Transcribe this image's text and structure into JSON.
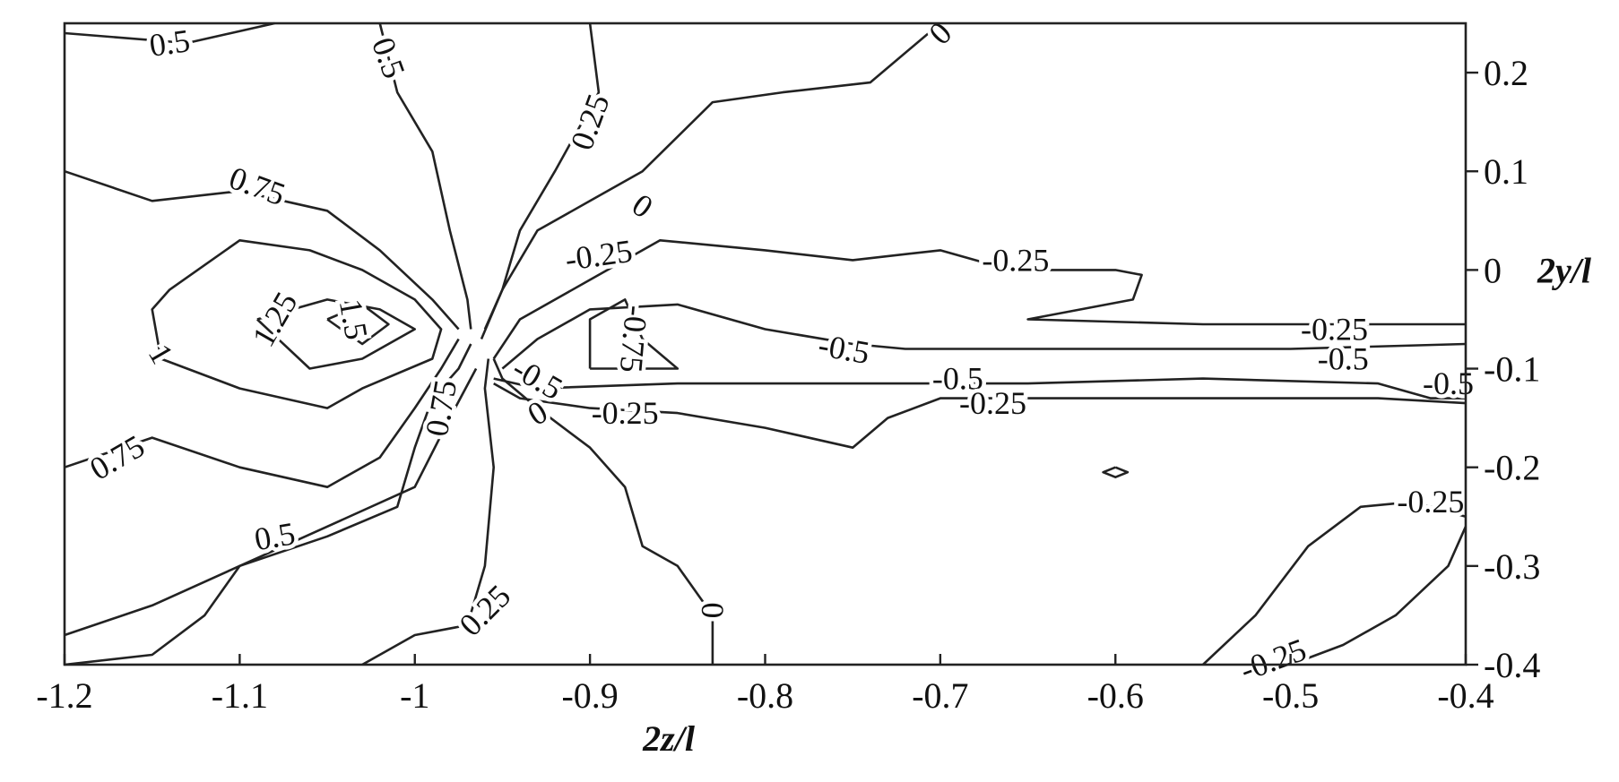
{
  "chart_data": {
    "type": "contour",
    "xlabel": "2z/l",
    "ylabel": "2y/l",
    "xlim": [
      -1.2,
      -0.4
    ],
    "ylim": [
      -0.4,
      0.25
    ],
    "x_ticks": [
      -1.2,
      -1.1,
      -1,
      -0.9,
      -0.8,
      -0.7,
      -0.6,
      -0.5,
      -0.4
    ],
    "x_tick_labels": [
      "-1.2",
      "-1.1",
      "-1",
      "-0.9",
      "-0.8",
      "-0.7",
      "-0.6",
      "-0.5",
      "-0.4"
    ],
    "y_ticks": [
      0.2,
      0.1,
      0,
      -0.1,
      -0.2,
      -0.3,
      -0.4
    ],
    "y_tick_labels": [
      "0.2",
      "0.1",
      "0",
      "-0.1",
      "-0.2",
      "-0.3",
      "-0.4"
    ],
    "y_axis_side": "right",
    "grid": false,
    "levels": [
      -0.75,
      -0.5,
      -0.25,
      0,
      0.25,
      0.5,
      0.75,
      1,
      1.25,
      1.5
    ],
    "contours": [
      {
        "level": "0.5",
        "points": [
          [
            -1.2,
            0.24
          ],
          [
            -1.13,
            0.23
          ],
          [
            -1.08,
            0.25
          ]
        ]
      },
      {
        "level": "0.5",
        "points": [
          [
            -1.02,
            0.25
          ],
          [
            -1.01,
            0.18
          ],
          [
            -0.99,
            0.12
          ],
          [
            -0.98,
            0.04
          ],
          [
            -0.97,
            -0.03
          ],
          [
            -0.968,
            -0.06
          ]
        ]
      },
      {
        "level": "0.25",
        "points": [
          [
            -0.9,
            0.25
          ],
          [
            -0.895,
            0.18
          ],
          [
            -0.92,
            0.1
          ],
          [
            -0.94,
            0.04
          ],
          [
            -0.95,
            -0.02
          ],
          [
            -0.96,
            -0.06
          ]
        ]
      },
      {
        "level": "0",
        "points": [
          [
            -0.7,
            0.25
          ],
          [
            -0.74,
            0.19
          ],
          [
            -0.79,
            0.18
          ],
          [
            -0.83,
            0.17
          ],
          [
            -0.87,
            0.1
          ],
          [
            -0.9,
            0.07
          ],
          [
            -0.93,
            0.04
          ],
          [
            -0.95,
            -0.02
          ],
          [
            -0.962,
            -0.07
          ]
        ]
      },
      {
        "level": "0.75",
        "points": [
          [
            -1.2,
            0.1
          ],
          [
            -1.15,
            0.07
          ],
          [
            -1.1,
            0.08
          ],
          [
            -1.05,
            0.06
          ],
          [
            -1.02,
            0.02
          ],
          [
            -0.99,
            -0.03
          ],
          [
            -0.975,
            -0.06
          ]
        ]
      },
      {
        "level": "1",
        "points": [
          [
            -1.145,
            -0.09
          ],
          [
            -1.15,
            -0.04
          ],
          [
            -1.14,
            -0.02
          ],
          [
            -1.1,
            0.03
          ],
          [
            -1.06,
            0.02
          ],
          [
            -1.03,
            0.0
          ],
          [
            -1.0,
            -0.03
          ],
          [
            -0.985,
            -0.06
          ],
          [
            -0.99,
            -0.09
          ],
          [
            -1.03,
            -0.12
          ],
          [
            -1.05,
            -0.14
          ],
          [
            -1.1,
            -0.12
          ],
          [
            -1.145,
            -0.09
          ]
        ]
      },
      {
        "level": "1.25",
        "points": [
          [
            -1.09,
            -0.05
          ],
          [
            -1.05,
            -0.03
          ],
          [
            -1.02,
            -0.04
          ],
          [
            -1.0,
            -0.06
          ],
          [
            -1.03,
            -0.09
          ],
          [
            -1.06,
            -0.1
          ],
          [
            -1.09,
            -0.05
          ]
        ]
      },
      {
        "level": "1.5",
        "points": [
          [
            -1.05,
            -0.05
          ],
          [
            -1.03,
            -0.035
          ],
          [
            -1.015,
            -0.055
          ],
          [
            -1.03,
            -0.075
          ],
          [
            -1.05,
            -0.05
          ]
        ]
      },
      {
        "level": "0.75",
        "points": [
          [
            -1.2,
            -0.2
          ],
          [
            -1.15,
            -0.17
          ],
          [
            -1.1,
            -0.2
          ],
          [
            -1.05,
            -0.22
          ],
          [
            -1.02,
            -0.19
          ],
          [
            -1.0,
            -0.14
          ],
          [
            -0.985,
            -0.1
          ],
          [
            -0.975,
            -0.07
          ]
        ]
      },
      {
        "level": "0.5",
        "points": [
          [
            -1.2,
            -0.37
          ],
          [
            -1.15,
            -0.34
          ],
          [
            -1.1,
            -0.3
          ],
          [
            -1.05,
            -0.27
          ],
          [
            -1.01,
            -0.24
          ],
          [
            -1.0,
            -0.18
          ],
          [
            -0.99,
            -0.13
          ],
          [
            -0.975,
            -0.1
          ],
          [
            -0.968,
            -0.075
          ]
        ]
      },
      {
        "level": "0.25",
        "points": [
          [
            -1.2,
            -0.4
          ],
          [
            -1.15,
            -0.39
          ],
          [
            -1.12,
            -0.35
          ],
          [
            -1.1,
            -0.3
          ],
          [
            -1.05,
            -0.26
          ],
          [
            -1.0,
            -0.22
          ],
          [
            -0.98,
            -0.15
          ],
          [
            -0.965,
            -0.1
          ]
        ]
      },
      {
        "level": "0.25",
        "points": [
          [
            -1.03,
            -0.4
          ],
          [
            -1.0,
            -0.37
          ],
          [
            -0.97,
            -0.36
          ],
          [
            -0.96,
            -0.3
          ],
          [
            -0.955,
            -0.2
          ],
          [
            -0.96,
            -0.12
          ],
          [
            -0.958,
            -0.09
          ]
        ]
      },
      {
        "level": "0",
        "points": [
          [
            -0.83,
            -0.4
          ],
          [
            -0.83,
            -0.35
          ],
          [
            -0.85,
            -0.3
          ],
          [
            -0.87,
            -0.28
          ],
          [
            -0.88,
            -0.22
          ],
          [
            -0.9,
            -0.18
          ],
          [
            -0.93,
            -0.14
          ],
          [
            -0.95,
            -0.11
          ],
          [
            -0.955,
            -0.09
          ]
        ]
      },
      {
        "level": "-0.25",
        "points": [
          [
            -0.955,
            -0.09
          ],
          [
            -0.94,
            -0.05
          ],
          [
            -0.9,
            -0.01
          ],
          [
            -0.86,
            0.03
          ],
          [
            -0.8,
            0.02
          ],
          [
            -0.75,
            0.01
          ],
          [
            -0.7,
            0.02
          ],
          [
            -0.66,
            0.0
          ],
          [
            -0.6,
            0.0
          ],
          [
            -0.585,
            -0.005
          ],
          [
            -0.59,
            -0.03
          ],
          [
            -0.65,
            -0.05
          ],
          [
            -0.55,
            -0.055
          ],
          [
            -0.5,
            -0.055
          ],
          [
            -0.4,
            -0.055
          ]
        ]
      },
      {
        "level": "-0.5",
        "points": [
          [
            -0.95,
            -0.1
          ],
          [
            -0.93,
            -0.07
          ],
          [
            -0.9,
            -0.04
          ],
          [
            -0.85,
            -0.035
          ],
          [
            -0.8,
            -0.06
          ],
          [
            -0.75,
            -0.075
          ],
          [
            -0.72,
            -0.08
          ],
          [
            -0.65,
            -0.08
          ],
          [
            -0.55,
            -0.08
          ],
          [
            -0.5,
            -0.08
          ],
          [
            -0.4,
            -0.075
          ]
        ]
      },
      {
        "level": "-0.75",
        "points": [
          [
            -0.9,
            -0.1
          ],
          [
            -0.9,
            -0.05
          ],
          [
            -0.88,
            -0.03
          ],
          [
            -0.87,
            -0.07
          ],
          [
            -0.85,
            -0.1
          ],
          [
            -0.9,
            -0.1
          ]
        ]
      },
      {
        "level": "-0.5",
        "points": [
          [
            -0.955,
            -0.11
          ],
          [
            -0.93,
            -0.12
          ],
          [
            -0.85,
            -0.115
          ],
          [
            -0.75,
            -0.115
          ],
          [
            -0.65,
            -0.115
          ],
          [
            -0.55,
            -0.11
          ],
          [
            -0.45,
            -0.115
          ],
          [
            -0.42,
            -0.13
          ],
          [
            -0.4,
            -0.13
          ]
        ]
      },
      {
        "level": "-0.25",
        "points": [
          [
            -0.955,
            -0.115
          ],
          [
            -0.94,
            -0.13
          ],
          [
            -0.9,
            -0.14
          ],
          [
            -0.85,
            -0.145
          ],
          [
            -0.8,
            -0.16
          ],
          [
            -0.75,
            -0.18
          ],
          [
            -0.73,
            -0.15
          ],
          [
            -0.7,
            -0.13
          ],
          [
            -0.65,
            -0.13
          ],
          [
            -0.55,
            -0.13
          ],
          [
            -0.45,
            -0.13
          ],
          [
            -0.4,
            -0.135
          ]
        ]
      },
      {
        "level": "-0.25",
        "points": [
          [
            -0.6,
            -0.2
          ],
          [
            -0.593,
            -0.205
          ],
          [
            -0.6,
            -0.21
          ],
          [
            -0.607,
            -0.205
          ],
          [
            -0.6,
            -0.2
          ]
        ]
      },
      {
        "level": "-0.25",
        "points": [
          [
            -0.55,
            -0.4
          ],
          [
            -0.52,
            -0.35
          ],
          [
            -0.49,
            -0.28
          ],
          [
            -0.46,
            -0.24
          ],
          [
            -0.43,
            -0.235
          ],
          [
            -0.4,
            -0.25
          ]
        ]
      },
      {
        "level": "-0.25",
        "points": [
          [
            -0.5,
            -0.4
          ],
          [
            -0.47,
            -0.38
          ],
          [
            -0.44,
            -0.35
          ],
          [
            -0.41,
            -0.3
          ],
          [
            -0.4,
            -0.26
          ]
        ]
      }
    ],
    "labels": [
      {
        "text": "0.5",
        "x": -1.14,
        "y": 0.23,
        "rot": -8
      },
      {
        "text": "0.5",
        "x": -1.015,
        "y": 0.215,
        "rot": 70
      },
      {
        "text": "0.25",
        "x": -0.9,
        "y": 0.15,
        "rot": -70
      },
      {
        "text": "0",
        "x": -0.7,
        "y": 0.24,
        "rot": -45
      },
      {
        "text": "0.75",
        "x": -1.09,
        "y": 0.085,
        "rot": 20
      },
      {
        "text": "0",
        "x": -0.87,
        "y": 0.065,
        "rot": 35
      },
      {
        "text": "-0.25",
        "x": -0.895,
        "y": 0.015,
        "rot": -8
      },
      {
        "text": "-0.25",
        "x": -0.657,
        "y": 0.01,
        "rot": 0
      },
      {
        "text": "1.25",
        "x": -1.08,
        "y": -0.05,
        "rot": -60
      },
      {
        "text": "1.5",
        "x": -1.035,
        "y": -0.05,
        "rot": 80
      },
      {
        "text": "1",
        "x": -1.145,
        "y": -0.085,
        "rot": 60
      },
      {
        "text": "-0.25",
        "x": -0.475,
        "y": -0.06,
        "rot": 0
      },
      {
        "text": "-0.75",
        "x": -0.875,
        "y": -0.07,
        "rot": 95
      },
      {
        "text": "-0.5",
        "x": -0.755,
        "y": -0.08,
        "rot": 10
      },
      {
        "text": "-0.5",
        "x": -0.47,
        "y": -0.09,
        "rot": 0
      },
      {
        "text": "-0.5",
        "x": -0.69,
        "y": -0.11,
        "rot": 0
      },
      {
        "text": "-0.5",
        "x": -0.93,
        "y": -0.11,
        "rot": 30
      },
      {
        "text": "-0.5",
        "x": -0.41,
        "y": -0.115,
        "rot": 0
      },
      {
        "text": "0.75",
        "x": -0.985,
        "y": -0.14,
        "rot": -80
      },
      {
        "text": "0",
        "x": -0.93,
        "y": -0.145,
        "rot": -30
      },
      {
        "text": "-0.25",
        "x": -0.88,
        "y": -0.145,
        "rot": 0
      },
      {
        "text": "-0.25",
        "x": -0.67,
        "y": -0.135,
        "rot": 0
      },
      {
        "text": "0.75",
        "x": -1.17,
        "y": -0.19,
        "rot": -30
      },
      {
        "text": "-0.25",
        "x": -0.42,
        "y": -0.235,
        "rot": 0
      },
      {
        "text": "0.5",
        "x": -1.08,
        "y": -0.27,
        "rot": -10
      },
      {
        "text": "0.25",
        "x": -0.96,
        "y": -0.345,
        "rot": -45
      },
      {
        "text": "0",
        "x": -0.83,
        "y": -0.345,
        "rot": 90
      },
      {
        "text": "-0.25",
        "x": -0.51,
        "y": -0.395,
        "rot": -20
      }
    ]
  }
}
